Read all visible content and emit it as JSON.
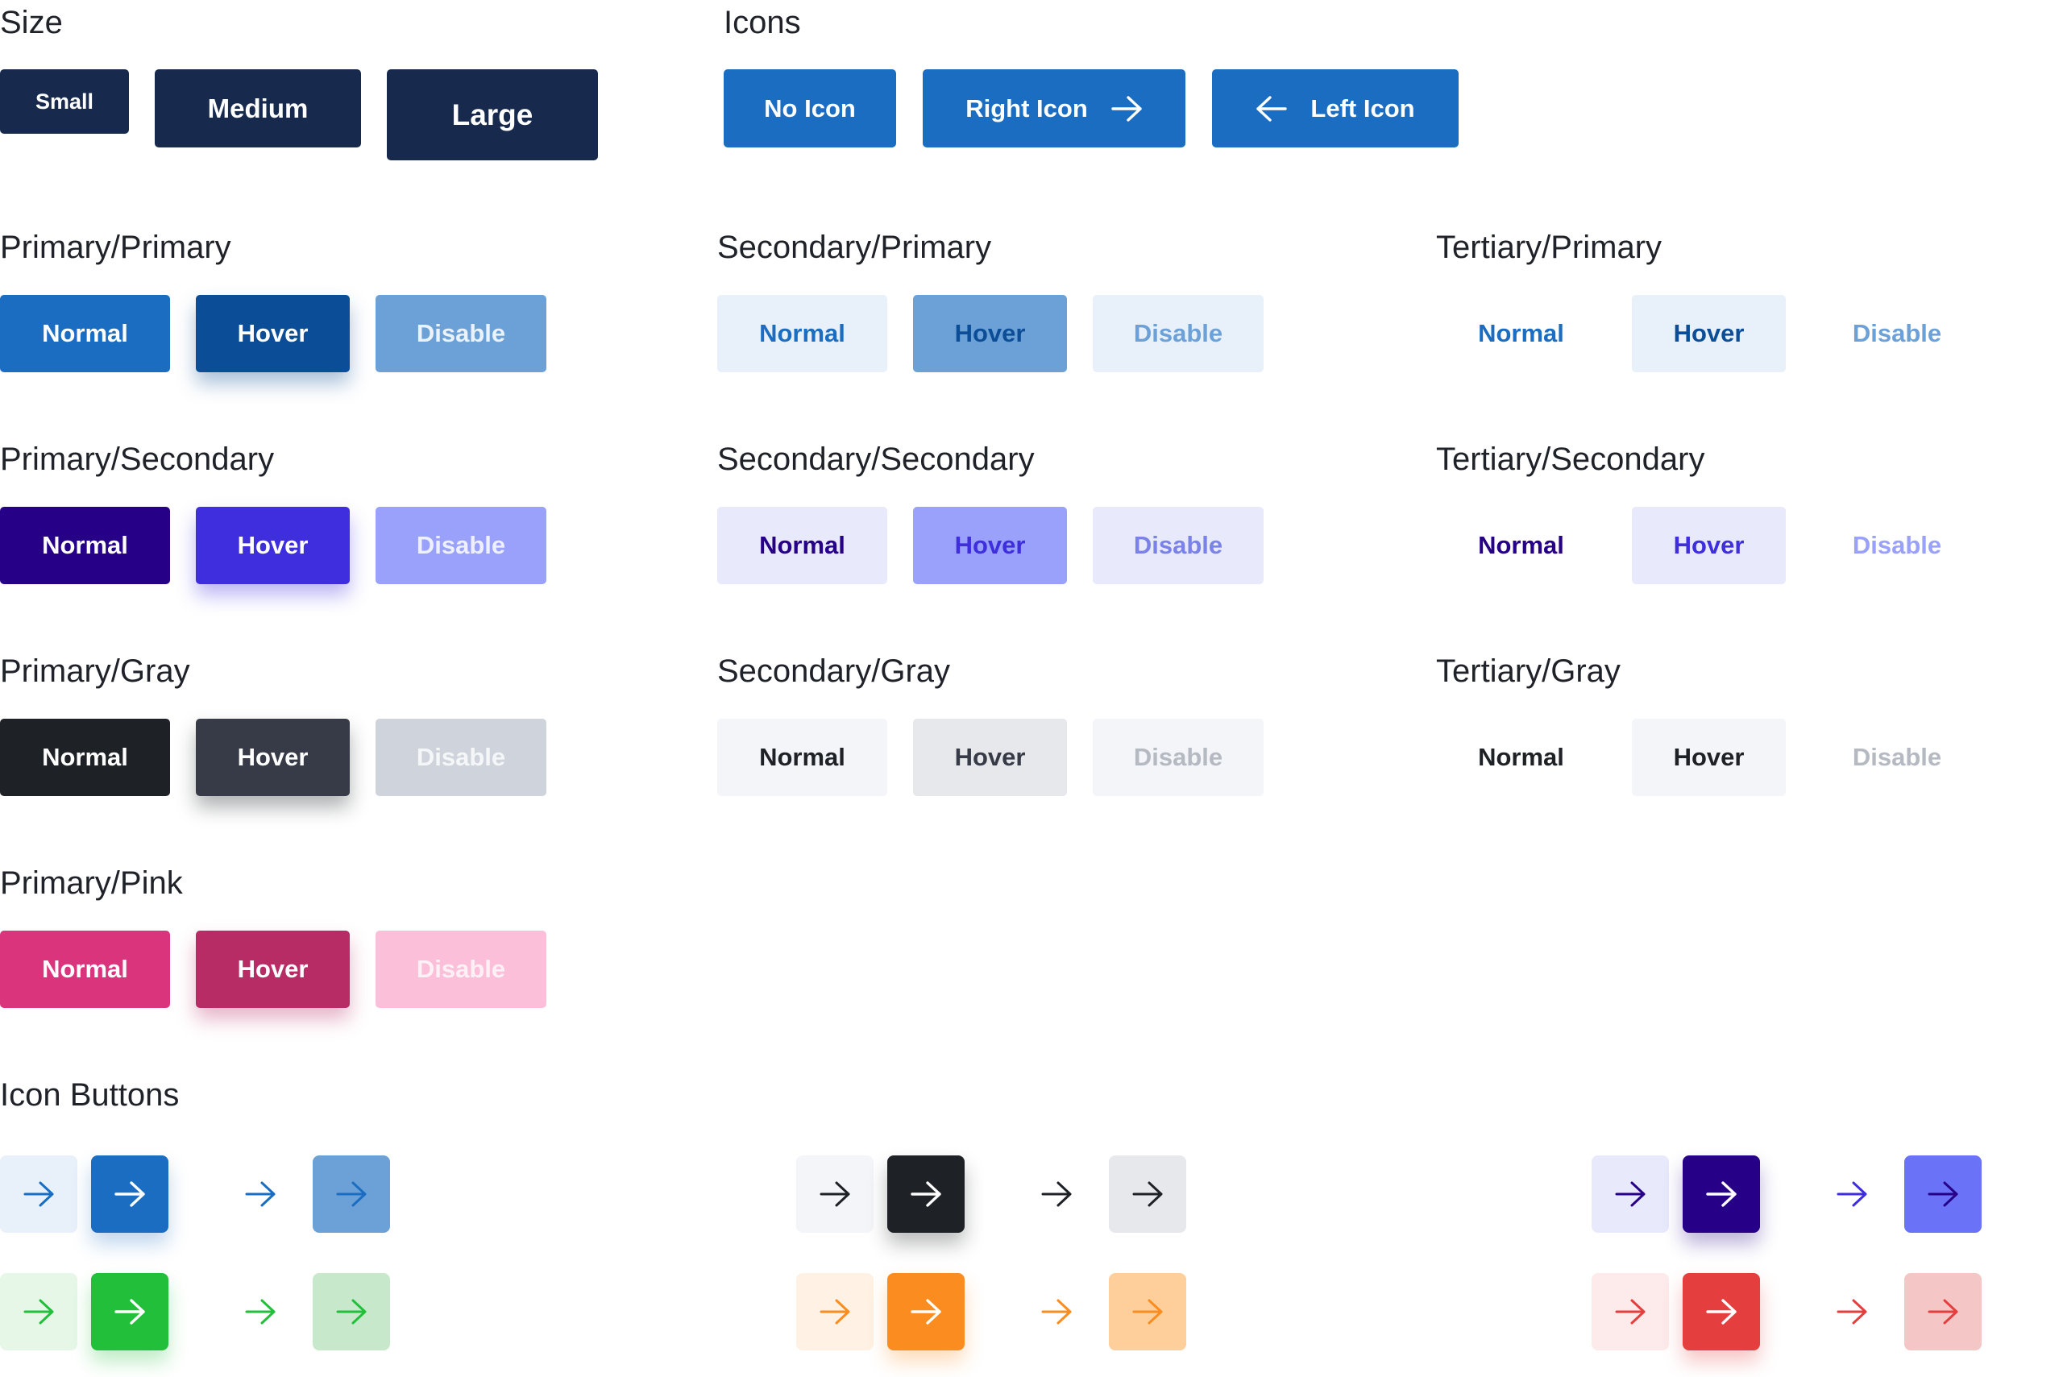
{
  "sections": {
    "size": "Size",
    "icons": "Icons",
    "primary_primary": "Primary/Primary",
    "secondary_primary": "Secondary/Primary",
    "tertiary_primary": "Tertiary/Primary",
    "primary_secondary": "Primary/Secondary",
    "secondary_secondary": "Secondary/Secondary",
    "tertiary_secondary": "Tertiary/Secondary",
    "primary_gray": "Primary/Gray",
    "secondary_gray": "Secondary/Gray",
    "tertiary_gray": "Tertiary/Gray",
    "primary_pink": "Primary/Pink",
    "icon_buttons": "Icon Buttons"
  },
  "size_buttons": {
    "small": "Small",
    "medium": "Medium",
    "large": "Large"
  },
  "icon_variants": {
    "no_icon": "No Icon",
    "right_icon": "Right Icon",
    "left_icon": "Left Icon"
  },
  "states": {
    "normal": "Normal",
    "hover": "Hover",
    "disable": "Disable"
  },
  "icons": {
    "right": "arrow-right-icon",
    "left": "arrow-left-icon"
  },
  "colors": {
    "navy": "#172a4e",
    "primary_blue": "#1b6dc1",
    "primary_blue_hover": "#0b4d96",
    "secondary_indigo": "#260086",
    "secondary_indigo_hover": "#3e2ede",
    "gray": "#1e2125",
    "pink": "#d9347c",
    "green": "#22c03a",
    "orange": "#fb8c1f",
    "red": "#e53e3e",
    "periwinkle": "#6a73f7"
  }
}
